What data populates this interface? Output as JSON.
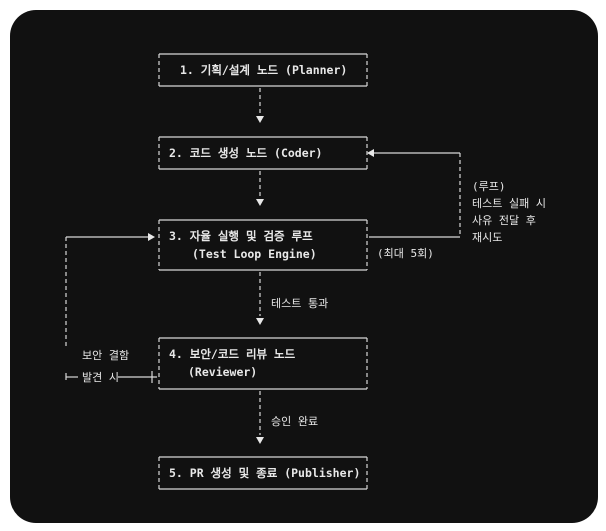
{
  "nodes": [
    {
      "id": "planner",
      "lines": [
        "1. 기획/설계 노드 (Planner)"
      ]
    },
    {
      "id": "coder",
      "lines": [
        "2. 코드 생성 노드 (Coder)"
      ]
    },
    {
      "id": "test-loop",
      "lines": [
        "3. 자율 실행 및 검증 루프",
        "(Test Loop Engine)"
      ]
    },
    {
      "id": "reviewer",
      "lines": [
        "4. 보안/코드 리뷰 노드",
        "(Reviewer)"
      ]
    },
    {
      "id": "publisher",
      "lines": [
        "5. PR 생성 및 종료 (Publisher)"
      ]
    }
  ],
  "edges": {
    "test_pass": "테스트 통과",
    "approved": "승인 완료",
    "loop_note": [
      "(루프)",
      "테스트 실패 시",
      "사유 전달 후",
      "재시도"
    ],
    "loop_max": "(최대 5회)",
    "security_flaw": [
      "보안 결함",
      "발견 시"
    ]
  }
}
